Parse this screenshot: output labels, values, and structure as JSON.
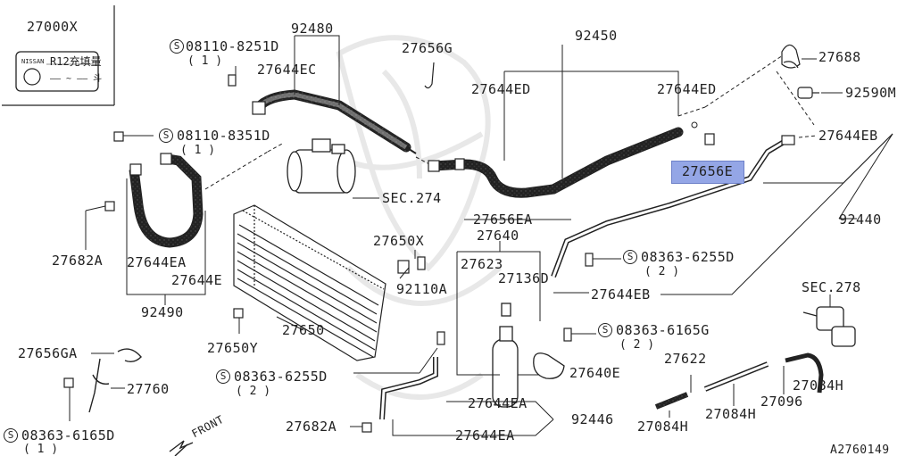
{
  "diagram_id": "A2760149",
  "front_label": "FRONT",
  "legend": {
    "part_number": "27000X",
    "brand": "NISSAN",
    "text": "R12充填量",
    "amount": "—— ~ —— 斗"
  },
  "circle_symbol": "S",
  "highlighted": "27656E",
  "parts": {
    "p92480": "92480",
    "p92450": "92450",
    "p27688": "27688",
    "p92590M": "92590M",
    "p27644EB_top": "27644EB",
    "p27644ED_a": "27644ED",
    "p27644ED_b": "27644ED",
    "p27656G": "27656G",
    "p27644EC": "27644EC",
    "p27656E": "27656E",
    "pSEC274": "SEC.274",
    "p27656EA": "27656EA",
    "p92440": "92440",
    "p27640": "27640",
    "p27650X": "27650X",
    "p27623": "27623",
    "p27136D": "27136D",
    "p92110A": "92110A",
    "p27644EB_mid": "27644EB",
    "pSEC278": "SEC.278",
    "p27682A_a": "27682A",
    "p27644EA_a": "27644EA",
    "p27644E": "27644E",
    "p92490": "92490",
    "p27650Y": "27650Y",
    "p27650": "27650",
    "p27656GA": "27656GA",
    "p27760": "27760",
    "p27640E": "27640E",
    "p27622": "27622",
    "p27084H_a": "27084H",
    "p27084H_b": "27084H",
    "p27084H_c": "27084H",
    "p27096": "27096",
    "p27644EA_b": "27644EA",
    "p92446": "92446",
    "p27682A_b": "27682A",
    "p27644EA_c": "27644EA"
  },
  "bolts": {
    "b1": {
      "code": "08110-8251D",
      "qty": "( 1 )"
    },
    "b2": {
      "code": "08110-8351D",
      "qty": "( 1 )"
    },
    "b3": {
      "code": "08363-6255D",
      "qty": "( 2 )"
    },
    "b4": {
      "code": "08363-6165G",
      "qty": "( 2 )"
    },
    "b5": {
      "code": "08363-6255D",
      "qty": "( 2 )"
    },
    "b6": {
      "code": "08363-6165D",
      "qty": "( 1 )"
    }
  }
}
